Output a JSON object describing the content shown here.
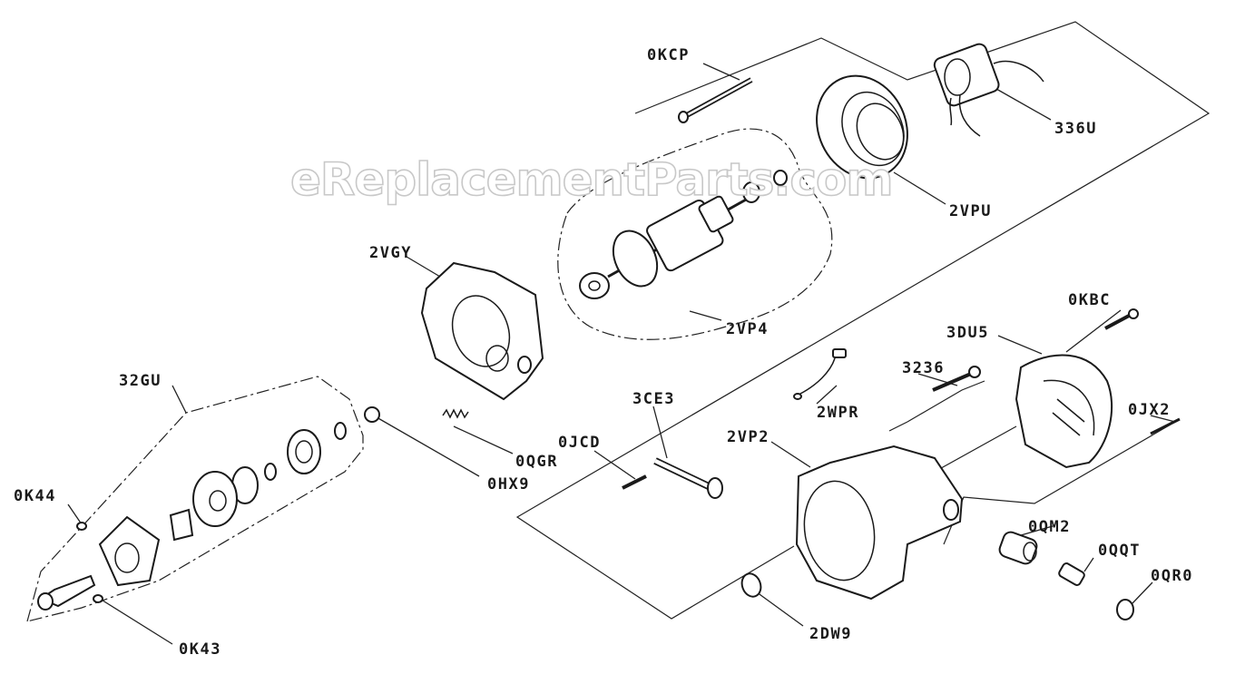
{
  "watermark": "eReplacementParts.com",
  "labels": {
    "p0KCP": "0KCP",
    "p336U": "336U",
    "p2VPU": "2VPU",
    "p2VGY": "2VGY",
    "p2VP4": "2VP4",
    "p0KBC": "0KBC",
    "p3DU5": "3DU5",
    "p3236": "3236",
    "p32GU": "32GU",
    "p3CE3": "3CE3",
    "p2WPR": "2WPR",
    "p0JX2": "0JX2",
    "p2VP2": "2VP2",
    "p0JCD": "0JCD",
    "p0QGR": "0QGR",
    "p0HX9": "0HX9",
    "p0K44": "0K44",
    "p0QM2": "0QM2",
    "p0QQT": "0QQT",
    "p0QR0": "0QR0",
    "p2DW9": "2DW9",
    "p0K43": "0K43"
  }
}
